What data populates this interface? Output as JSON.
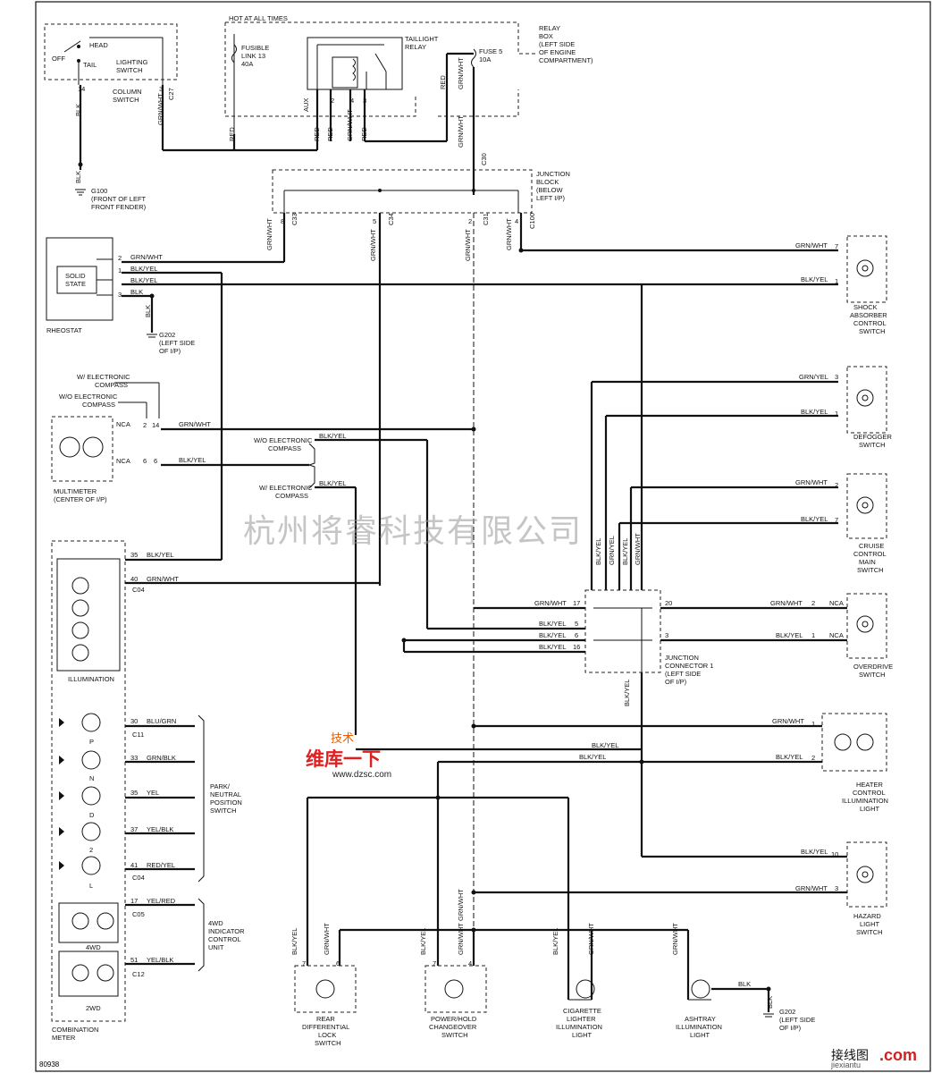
{
  "labels": {
    "hot_at_all_times": "HOT AT ALL TIMES",
    "relay_box": [
      "RELAY",
      "BOX",
      "(LEFT SIDE",
      "OF ENGINE",
      "COMPARTMENT)"
    ],
    "fusible_link": [
      "FUSIBLE",
      "LINK 13",
      "40A"
    ],
    "taillight_relay": [
      "TAILLIGHT",
      "RELAY"
    ],
    "fuse5": [
      "FUSE 5",
      "10A"
    ],
    "off": "OFF",
    "head": "HEAD",
    "tail": "TAIL",
    "lighting_switch": [
      "LIGHTING",
      "SWITCH"
    ],
    "column_switch": [
      "COLUMN",
      "SWITCH"
    ],
    "g100": [
      "G100",
      "(FRONT OF LEFT",
      "FRONT FENDER)"
    ],
    "junction_block": [
      "JUNCTION",
      "BLOCK",
      "(BELOW",
      "LEFT I/P)"
    ],
    "solid_state": [
      "SOLID",
      "STATE"
    ],
    "rheostat": "RHEOSTAT",
    "g202_a": [
      "G202",
      "(LEFT SIDE",
      "OF I/P)"
    ],
    "w_compass": [
      "W/ ELECTRONIC",
      "COMPASS"
    ],
    "wo_compass": [
      "W/O ELECTRONIC",
      "COMPASS"
    ],
    "multimeter": [
      "MULTIMETER",
      "(CENTER OF I/P)"
    ],
    "illumination": "ILLUMINATION",
    "park_neutral": [
      "PARK/",
      "NEUTRAL",
      "POSITION",
      "SWITCH"
    ],
    "fourwd_unit": [
      "4WD",
      "INDICATOR",
      "CONTROL",
      "UNIT"
    ],
    "combination_meter": [
      "COMBINATION",
      "METER"
    ],
    "junction_connector": [
      "JUNCTION",
      "CONNECTOR 1",
      "(LEFT SIDE",
      "OF I/P)"
    ],
    "shock_switch": [
      "SHOCK",
      "ABSORBER",
      "CONTROL",
      "SWITCH"
    ],
    "defogger_switch": [
      "DEFOGGER",
      "SWITCH"
    ],
    "cruise_switch": [
      "CRUISE",
      "CONTROL",
      "MAIN",
      "SWITCH"
    ],
    "overdrive_switch": [
      "OVERDRIVE",
      "SWITCH"
    ],
    "heater_light": [
      "HEATER",
      "CONTROL",
      "ILLUMINATION",
      "LIGHT"
    ],
    "hazard_switch": [
      "HAZARD",
      "LIGHT",
      "SWITCH"
    ],
    "rear_diff": [
      "REAR",
      "DIFFERENTIAL",
      "LOCK",
      "SWITCH"
    ],
    "power_hold": [
      "POWER/HOLD",
      "CHANGEOVER",
      "SWITCH"
    ],
    "cigarette": [
      "CIGARETTE",
      "LIGHTER",
      "ILLUMINATION",
      "LIGHT"
    ],
    "ashtray": [
      "ASHTRAY",
      "ILLUMINATION",
      "LIGHT"
    ],
    "g202_b": [
      "G202",
      "(LEFT SIDE",
      "OF I/P)"
    ],
    "gear_p": "P",
    "gear_n": "N",
    "gear_d": "D",
    "gear_2": "2",
    "gear_l": "L",
    "fourwd": "4WD",
    "twowd": "2WD",
    "nca": "NCA"
  },
  "wires": {
    "grn_wht": "GRN/WHT",
    "blk_yel": "BLK/YEL",
    "blk": "BLK",
    "red": "RED",
    "blu_grn": "BLU/GRN",
    "grn_blk": "GRN/BLK",
    "yel": "YEL",
    "yel_blk": "YEL/BLK",
    "red_yel": "RED/YEL",
    "yel_red": "YEL/RED",
    "grn_yel": "GRN/YEL"
  },
  "connectors": {
    "c27": "C27",
    "c30": "C30",
    "c33": "C33",
    "c34": "C34",
    "c31": "C31",
    "c100": "C100",
    "c04": "C04",
    "c11": "C11",
    "c05": "C05",
    "c12": "C12"
  },
  "watermark": "杭州将睿科技有限公司",
  "logo": {
    "top": "技术",
    "name": "维库一下",
    "url": "www.dzsc.com"
  },
  "brand": {
    "name": "接线图",
    "com": ".com",
    "url": "jiexiantu"
  },
  "figure_id": "80938"
}
